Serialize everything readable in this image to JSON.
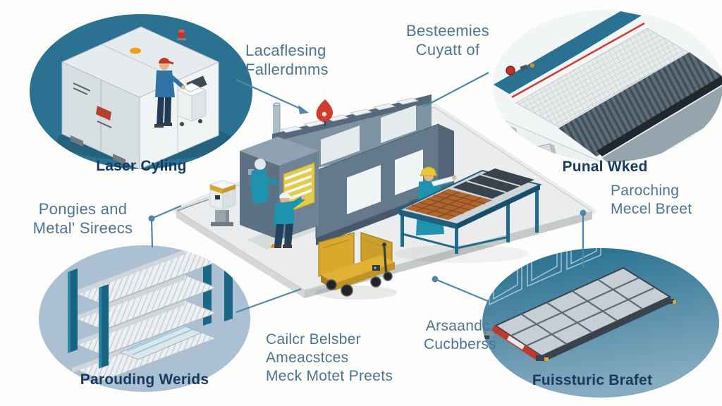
{
  "colors": {
    "background": "#fdfdfc",
    "circle_teal": "#2b7191",
    "circle_light": "#abc1d3",
    "label_bold": "#17395e",
    "label_regular": "#4e7490",
    "connector": "#4e87a5",
    "flame_red": "#d23b2f",
    "machine_body": "#64798c",
    "worker_teal": "#1f93ad",
    "agv_yellow": "#d9a82c"
  },
  "callouts": {
    "laser_cutting": {
      "label": "Laser Cyling"
    },
    "loading_note": {
      "line1": "Lacaflesing",
      "line2": "Fallerdmms"
    },
    "top_right_note": {
      "line1": "Besteemies",
      "line2": "Cuyatt of"
    },
    "panel_bed": {
      "label": "Punal Wked"
    },
    "materials_note": {
      "line1": "Pongies and",
      "line2": "Metal' Sireecs"
    },
    "storage_racks": {
      "label": "Parouding Werids"
    },
    "right_note": {
      "line1": "Paroching",
      "line2": "Mecel Breet"
    },
    "bottom_note": {
      "line1": "Cailcr Belsber",
      "line2": "Ameacstces",
      "line3": "Meck Motet Preets"
    },
    "center_right_note": {
      "line1": "Arsaandc.",
      "line2": "Cucbberss"
    },
    "panel_table": {
      "label": "Fuissturic Brafet"
    }
  }
}
